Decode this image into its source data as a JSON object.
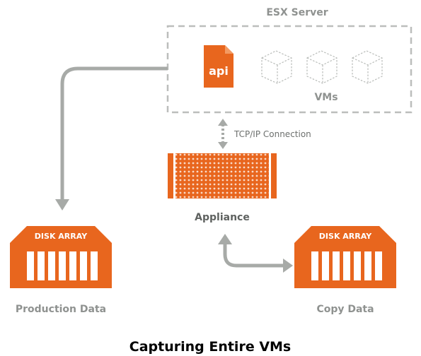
{
  "server": {
    "title": "ESX Server",
    "api_label": "api",
    "vms_label": "VMs"
  },
  "connection": {
    "label": "TCP/IP Connection"
  },
  "appliance": {
    "label": "Appliance"
  },
  "production": {
    "array_label": "DISK ARRAY",
    "caption": "Production Data"
  },
  "copy": {
    "array_label": "DISK ARRAY",
    "caption": "Copy Data"
  },
  "title": "Capturing Entire VMs",
  "colors": {
    "orange": "#e8661e",
    "gray_arrow": "#a7aaa7",
    "dash_border": "#bcbebc",
    "label_gray": "#8f9290",
    "label_dark": "#5f6260"
  }
}
